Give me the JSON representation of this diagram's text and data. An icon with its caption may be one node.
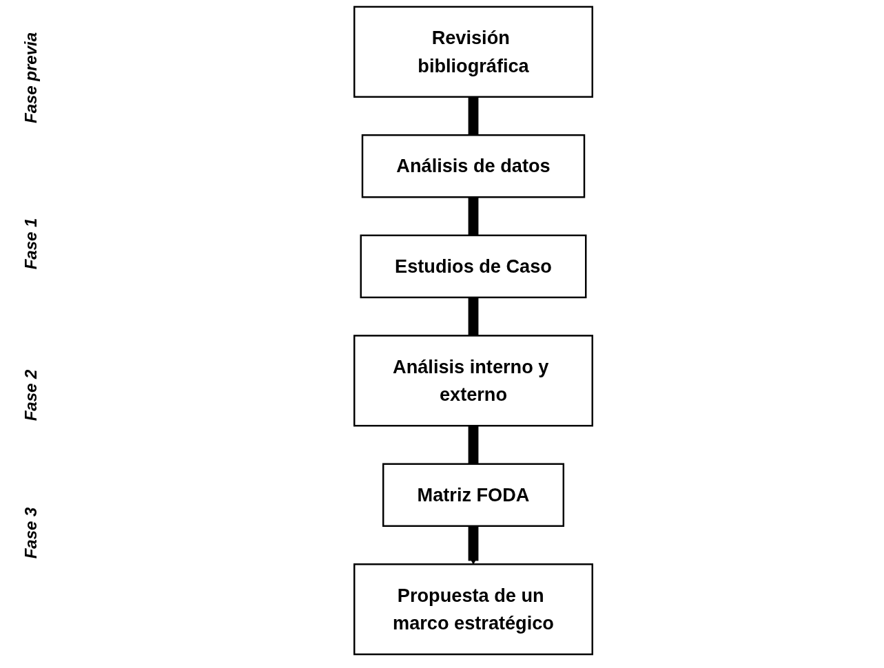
{
  "diagram": {
    "nodes": [
      {
        "text": [
          "Revisión bibliográfica"
        ]
      },
      {
        "text": [
          "Análisis de datos"
        ]
      },
      {
        "text": [
          "Estudios de Caso"
        ]
      },
      {
        "text": [
          "Análisis interno y externo"
        ]
      },
      {
        "text": [
          "Matriz FODA"
        ]
      },
      {
        "text": [
          "Propuesta de un marco estratégico"
        ]
      }
    ],
    "edges": [
      {
        "from": 0,
        "to": 1,
        "arrow": "none"
      },
      {
        "from": 1,
        "to": 2,
        "arrow": "none"
      },
      {
        "from": 2,
        "to": 3,
        "arrow": "none"
      },
      {
        "from": 3,
        "to": 4,
        "arrow": "none"
      },
      {
        "from": 4,
        "to": 5,
        "arrow": "to"
      }
    ],
    "labels": [
      "Fase previa",
      "Fase 1",
      "Fase 2",
      "Fase 3"
    ]
  }
}
